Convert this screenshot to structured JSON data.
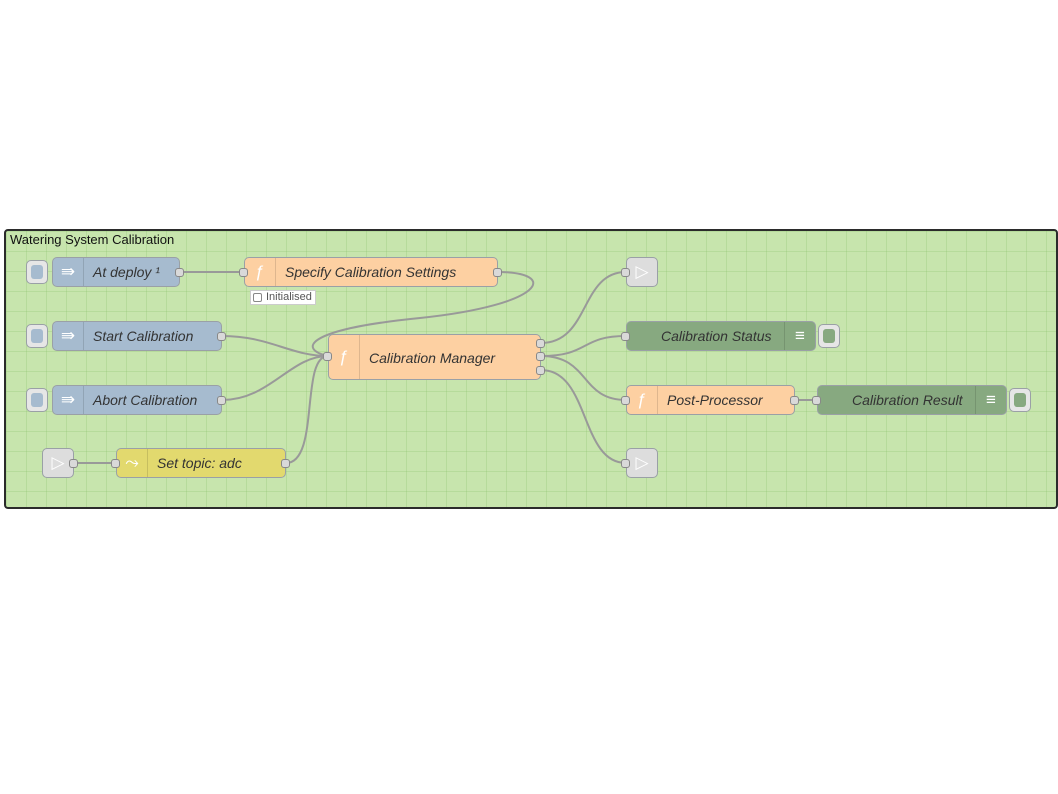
{
  "group": {
    "label": "Watering System Calibration"
  },
  "nodes": {
    "at_deploy": {
      "label": "At deploy ¹",
      "icon": "arrow-in-icon"
    },
    "specify": {
      "label": "Specify Calibration Settings",
      "icon": "function-icon"
    },
    "specify_status": "Initialised",
    "start": {
      "label": "Start Calibration",
      "icon": "arrow-in-icon"
    },
    "abort": {
      "label": "Abort Calibration",
      "icon": "arrow-in-icon"
    },
    "manager": {
      "label": "Calibration Manager",
      "icon": "function-icon"
    },
    "set_topic": {
      "label": "Set topic: adc",
      "icon": "shuffle-icon"
    },
    "status_debug": {
      "label": "Calibration Status",
      "icon": "list-icon"
    },
    "post": {
      "label": "Post-Processor",
      "icon": "function-icon"
    },
    "result_debug": {
      "label": "Calibration Result",
      "icon": "list-icon"
    }
  },
  "icons": {
    "inject": "⇛",
    "function": "ƒ",
    "change": "⤳",
    "debug": "≡",
    "link": "▷"
  },
  "colors": {
    "group_bg": "#c7e5ad",
    "inject": "#a6bbcf",
    "function": "#fdd0a2",
    "debug": "#87a980",
    "change": "#e2d96e",
    "link": "#dddddd",
    "wire": "#999999"
  }
}
